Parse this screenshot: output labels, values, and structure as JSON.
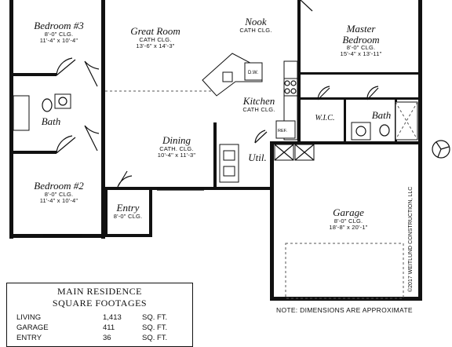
{
  "rooms": {
    "bedroom3": {
      "name": "Bedroom #3",
      "ceiling": "8'-0\" CLG.",
      "size": "11'-4\" x 10'-4\""
    },
    "great_room": {
      "name": "Great Room",
      "ceiling": "CATH CLG.",
      "size": "13'-6\" x 14'-3\""
    },
    "nook": {
      "name": "Nook",
      "ceiling": "CATH CLG."
    },
    "master_bedroom": {
      "name": "Master Bedroom",
      "ceiling": "8'-0\" CLG.",
      "size": "15'-4\" x 13'-11\""
    },
    "kitchen": {
      "name": "Kitchen",
      "ceiling": "CATH CLG."
    },
    "bath_left": {
      "name": "Bath"
    },
    "wic": {
      "name": "W.I.C."
    },
    "bath_master": {
      "name": "Bath"
    },
    "dining": {
      "name": "Dining",
      "ceiling": "CATH. CLG.",
      "size": "10'-4\" x 11'-3\""
    },
    "util": {
      "name": "Util."
    },
    "bedroom2": {
      "name": "Bedroom #2",
      "ceiling": "8'-0\" CLG.",
      "size": "11'-4\" x 10'-4\""
    },
    "entry": {
      "name": "Entry",
      "ceiling": "8'-0\" CLG."
    },
    "garage": {
      "name": "Garage",
      "ceiling": "8'-0\" CLG.",
      "size": "18'-8\" x 20'-1\""
    }
  },
  "appliances": {
    "dishwasher": "D.W.",
    "refrigerator": "REF."
  },
  "square_footages": {
    "title_line1": "MAIN RESIDENCE",
    "title_line2": "SQUARE FOOTAGES",
    "rows": [
      {
        "label": "LIVING",
        "value": "1,413",
        "unit": "SQ. FT."
      },
      {
        "label": "GARAGE",
        "value": "411",
        "unit": "SQ. FT."
      },
      {
        "label": "ENTRY",
        "value": "36",
        "unit": "SQ. FT."
      }
    ]
  },
  "note": "NOTE: DIMENSIONS ARE APPROXIMATE",
  "copyright": "©2017 WEITLUND CONSTRUCTION, LLC"
}
